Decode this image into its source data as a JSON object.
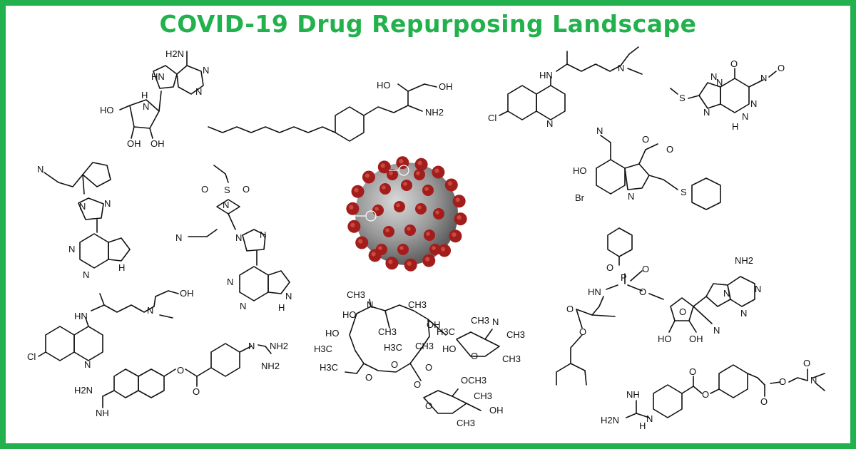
{
  "title": "COVID-19 Drug Repurposing Landscape",
  "colors": {
    "border": "#22b14c",
    "title": "#22b14c",
    "virus_spike": "#a31d1d",
    "virus_body": "#9a9a9a",
    "bond": "#111111"
  },
  "molecules": {
    "imm": {
      "labels": [
        "H2N",
        "HN",
        "N",
        "N",
        "HO",
        "H",
        "N",
        "OH",
        "OH"
      ]
    },
    "fing": {
      "labels": [
        "HO",
        "OH",
        "NH2"
      ]
    },
    "cq": {
      "labels": [
        "HN",
        "N",
        "Cl",
        "N"
      ]
    },
    "triaz": {
      "labels": [
        "O",
        "N",
        "O",
        "S",
        "N",
        "N",
        "N",
        "N",
        "N",
        "H"
      ]
    },
    "umif": {
      "labels": [
        "N",
        "O",
        "O",
        "HO",
        "Br",
        "N",
        "S"
      ]
    },
    "ruxo": {
      "labels": [
        "N",
        "N",
        "N",
        "N",
        "N",
        "H"
      ]
    },
    "bari": {
      "labels": [
        "O",
        "S",
        "O",
        "N",
        "N",
        "N",
        "N",
        "N",
        "N",
        "N",
        "H"
      ]
    },
    "hcq": {
      "labels": [
        "OH",
        "HN",
        "N",
        "N",
        "Cl"
      ]
    },
    "nafa": {
      "labels": [
        "N",
        "NH2",
        "NH2",
        "O",
        "O",
        "H2N",
        "NH"
      ]
    },
    "azith": {
      "labels": [
        "N",
        "CH3",
        "CH3",
        "HO",
        "HO",
        "OH",
        "H3C",
        "H3C",
        "CH3",
        "H3C",
        "H3C",
        "CH3",
        "O",
        "O",
        "O",
        "N",
        "CH3",
        "CH3",
        "HO",
        "O",
        "CH3",
        "O",
        "OCH3",
        "CH3",
        "O",
        "CH3",
        "OH"
      ]
    },
    "remd": {
      "labels": [
        "O",
        "P",
        "O",
        "O",
        "HN",
        "O",
        "O",
        "O",
        "NH2",
        "N",
        "N",
        "N",
        "N",
        "HO",
        "OH"
      ]
    },
    "camo": {
      "labels": [
        "H2N",
        "NH",
        "N",
        "H",
        "O",
        "O",
        "O",
        "O",
        "O",
        "N"
      ]
    }
  }
}
